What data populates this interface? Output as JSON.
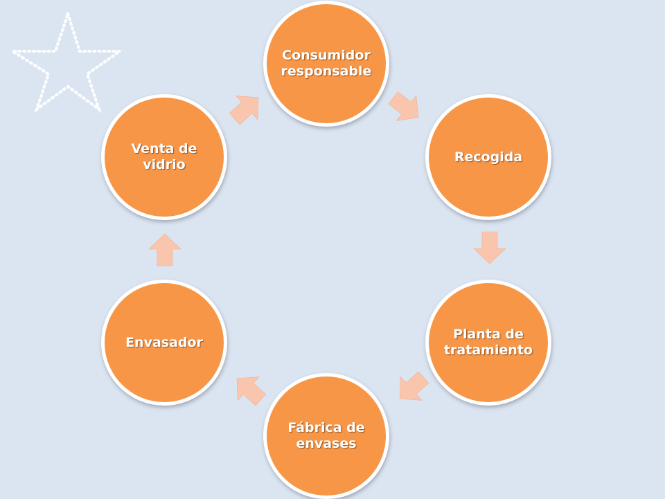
{
  "diagram": {
    "type": "cycle",
    "colors": {
      "background": "#dbe5f1",
      "node_fill": "#f79646",
      "node_border": "#ffffff",
      "arrow_fill": "#f9c6ad",
      "label_color": "#ffffff"
    },
    "decoration": "dotted-star-icon",
    "nodes": [
      {
        "id": "consumidor",
        "label": "Consumidor responsable"
      },
      {
        "id": "recogida",
        "label": "Recogida"
      },
      {
        "id": "planta",
        "label": "Planta de tratamiento"
      },
      {
        "id": "fabrica",
        "label": "Fábrica de envases"
      },
      {
        "id": "envasador",
        "label": "Envasador"
      },
      {
        "id": "venta",
        "label": "Venta de vidrio"
      }
    ],
    "edges": [
      {
        "from": "consumidor",
        "to": "recogida"
      },
      {
        "from": "recogida",
        "to": "planta"
      },
      {
        "from": "planta",
        "to": "fabrica"
      },
      {
        "from": "fabrica",
        "to": "envasador"
      },
      {
        "from": "envasador",
        "to": "venta"
      },
      {
        "from": "venta",
        "to": "consumidor"
      }
    ]
  }
}
